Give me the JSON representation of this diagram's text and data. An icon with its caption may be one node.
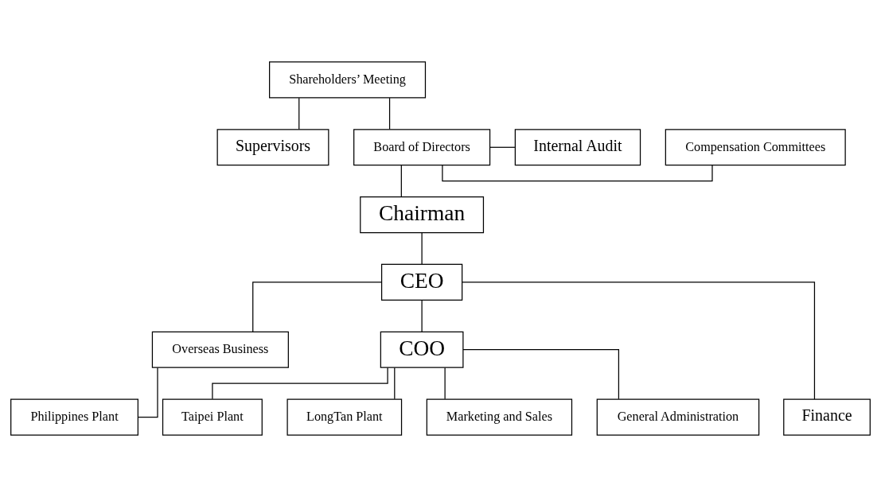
{
  "diagram": {
    "nodes": [
      {
        "text": [
          "Shareholders’ Meeting"
        ]
      },
      {
        "text": [
          "Supervisors"
        ]
      },
      {
        "text": [
          "Compensation Committees"
        ]
      },
      {
        "text": [
          "Board of Directors"
        ]
      },
      {
        "text": [
          "Internal Audit"
        ]
      },
      {
        "text": [
          "Chairman"
        ]
      },
      {
        "text": [
          "CEO"
        ]
      },
      {
        "text": [
          "Overseas Business"
        ]
      },
      {
        "text": [
          "COO"
        ]
      },
      {
        "text": [
          "Philippines Plant"
        ]
      },
      {
        "text": [
          "Taipei Plant"
        ]
      },
      {
        "text": [
          "LongTan Plant"
        ]
      },
      {
        "text": [
          "Marketing and Sales"
        ]
      },
      {
        "text": [
          "General Administration"
        ]
      },
      {
        "text": [
          "Finance"
        ]
      }
    ],
    "edges": [
      {
        "from": 0,
        "to": 3,
        "arrow": "none"
      },
      {
        "from": 0,
        "to": 1,
        "arrow": "none"
      },
      {
        "from": 3,
        "to": 2,
        "arrow": "none"
      },
      {
        "from": 3,
        "to": 4,
        "arrow": "none"
      },
      {
        "from": 3,
        "to": 5,
        "arrow": "none"
      },
      {
        "from": 5,
        "to": 6,
        "arrow": "none"
      },
      {
        "from": 6,
        "to": 7,
        "arrow": "none"
      },
      {
        "from": 6,
        "to": 8,
        "arrow": "none"
      },
      {
        "from": 6,
        "to": 14,
        "arrow": "none"
      },
      {
        "from": 7,
        "to": 9,
        "arrow": "none"
      },
      {
        "from": 8,
        "to": 10,
        "arrow": "none"
      },
      {
        "from": 8,
        "to": 11,
        "arrow": "none"
      },
      {
        "from": 8,
        "to": 12,
        "arrow": "none"
      },
      {
        "from": 8,
        "to": 13,
        "arrow": "none"
      }
    ]
  }
}
